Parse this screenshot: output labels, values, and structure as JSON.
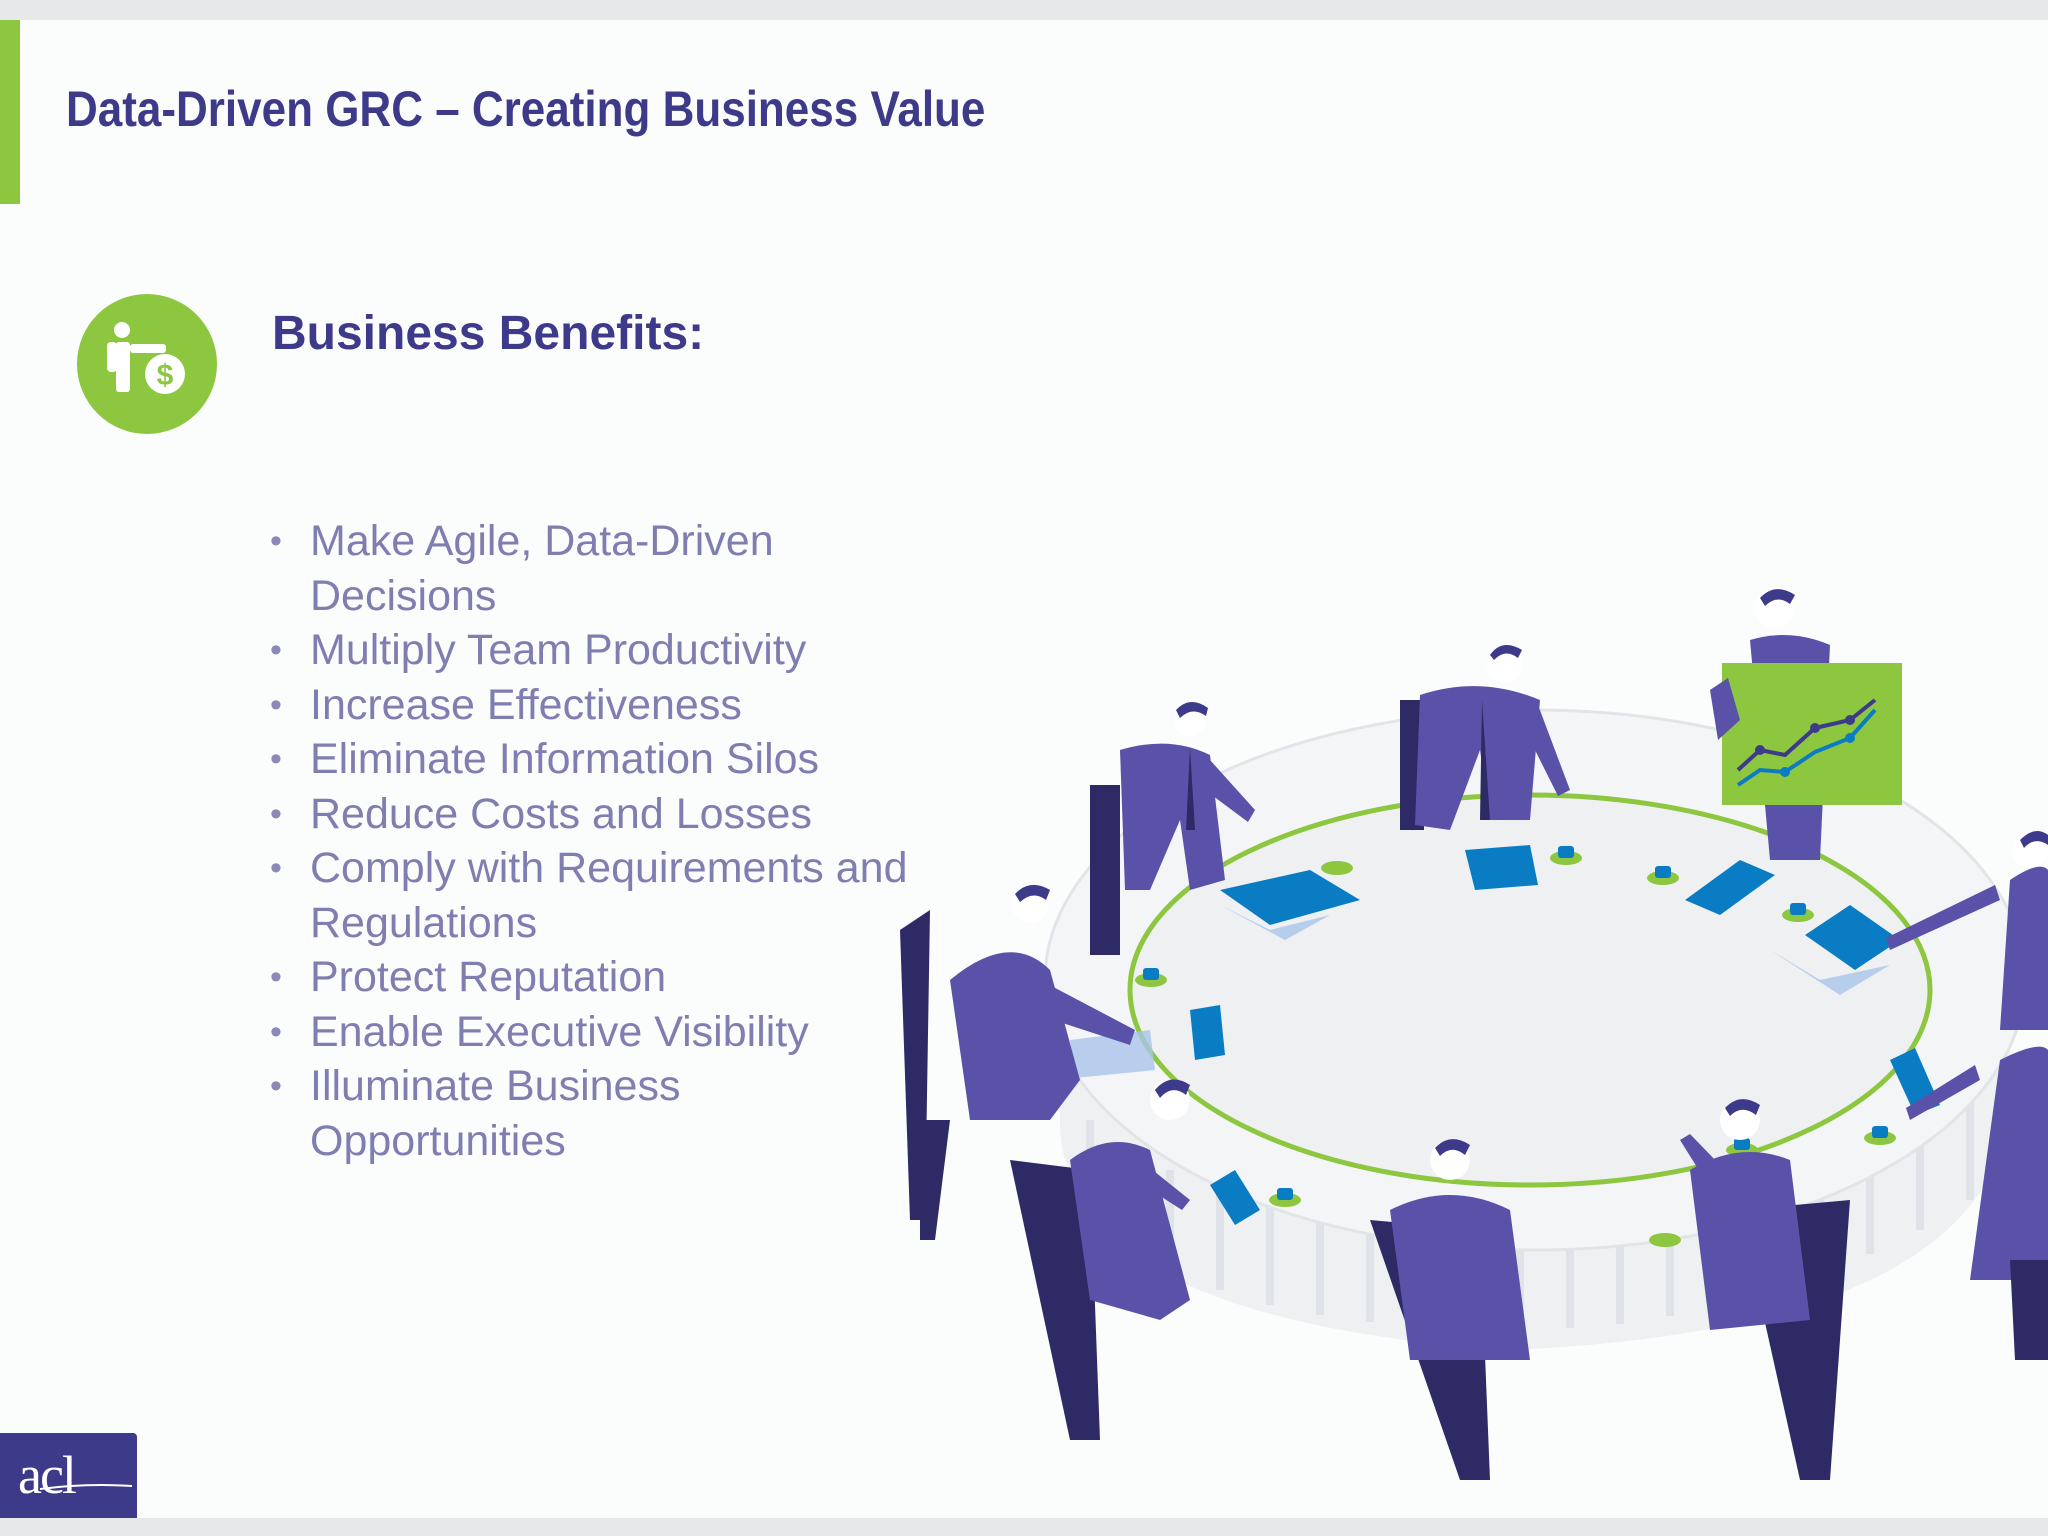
{
  "slide": {
    "title": "Data-Driven GRC – Creating Business Value",
    "section_heading": "Business Benefits:",
    "benefits": [
      "Make Agile, Data-Driven Decisions",
      "Multiply Team Productivity",
      "Increase Effectiveness",
      "Eliminate Information Silos",
      "Reduce Costs and Losses",
      "Comply with Requirements and Regulations",
      "Protect Reputation",
      "Enable Executive Visibility",
      "Illuminate Business Opportunities"
    ]
  },
  "logo": {
    "text": "acl"
  },
  "colors": {
    "title": "#3e3a8a",
    "accent_green": "#8dc63f",
    "bullet_text": "#7f7eb1",
    "figure_purple": "#5a52a8",
    "chair_dark": "#2e2a66",
    "doc_blue": "#0a7cc4"
  },
  "icons": {
    "benefit_icon": "presenter-dollar-icon",
    "illustration": "meeting-round-table-illustration"
  }
}
